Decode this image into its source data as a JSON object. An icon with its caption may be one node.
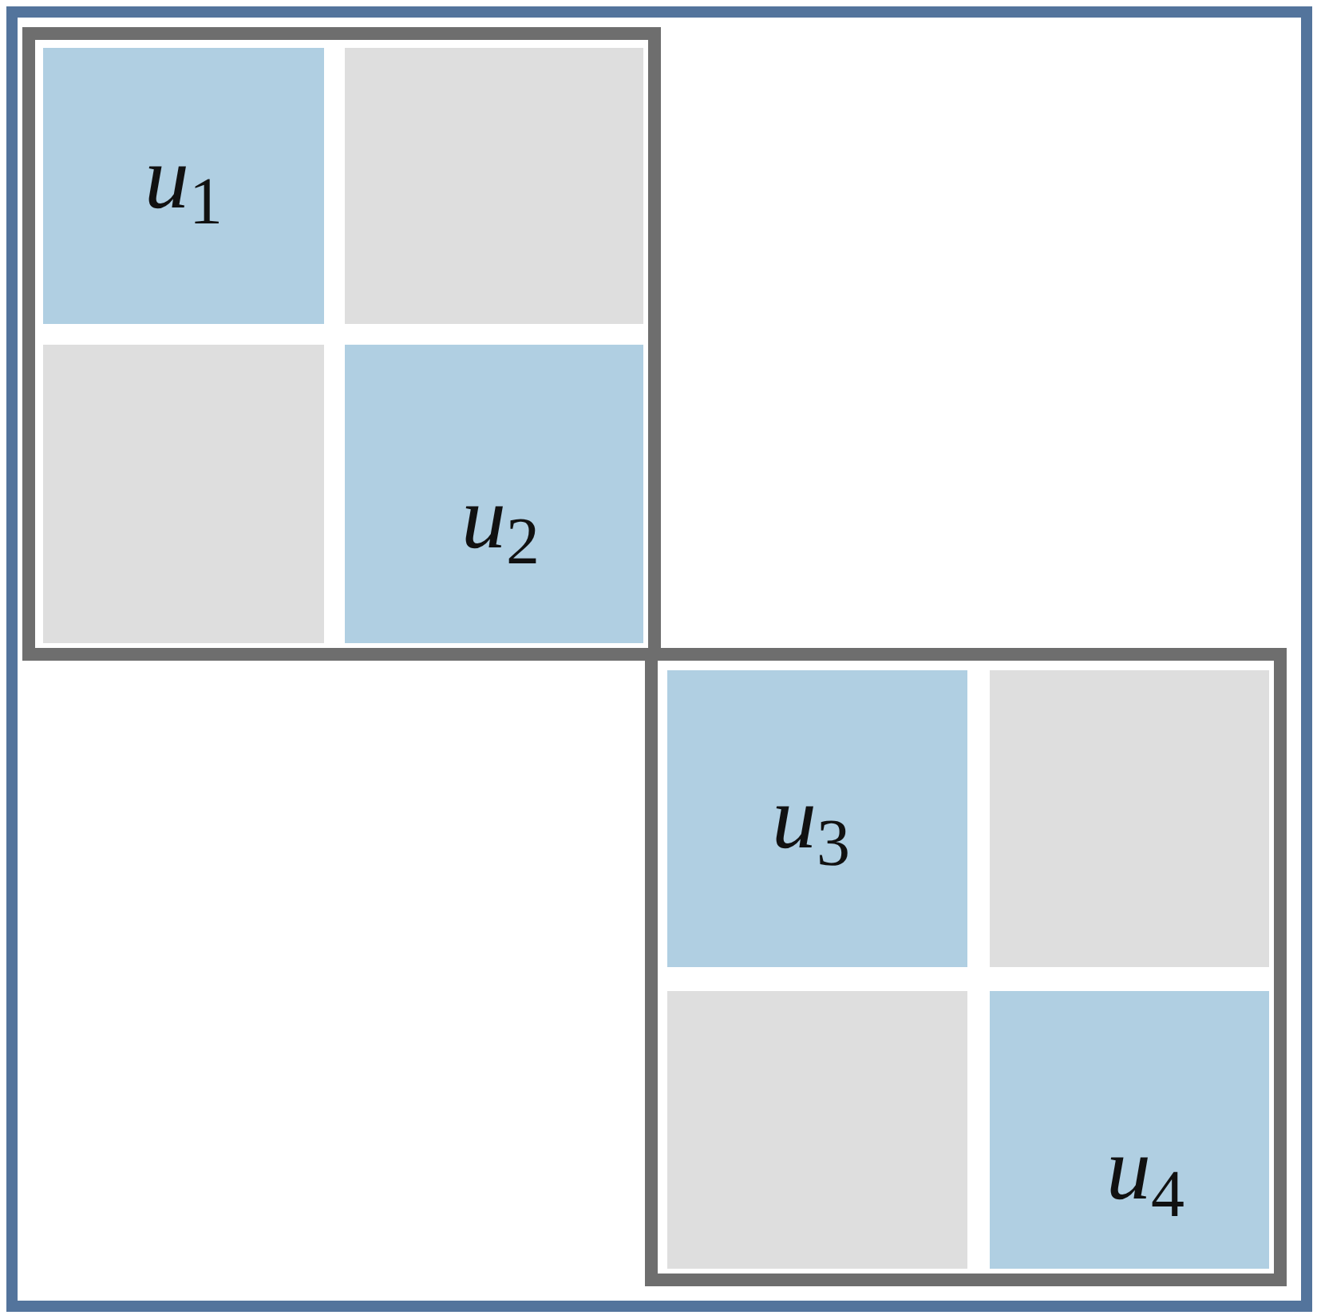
{
  "diagram": {
    "nodes": [
      {
        "text": [],
        "shape": "box"
      },
      {
        "text": [],
        "shape": "box",
        "in": 0
      },
      {
        "text": [
          "*u*$_{1}$"
        ],
        "in": 1
      },
      {
        "text": [],
        "shape": "box",
        "in": 1
      },
      {
        "text": [],
        "shape": "box",
        "in": 1
      },
      {
        "text": [
          "*u*$_{2}$"
        ],
        "in": 1
      },
      {
        "text": [],
        "shape": "box",
        "in": 0
      },
      {
        "text": [
          "*u*$_{3}$"
        ],
        "in": 6
      },
      {
        "text": [],
        "shape": "box",
        "in": 6
      },
      {
        "text": [],
        "shape": "box",
        "in": 6
      },
      {
        "text": [
          "*u*$_{4}$"
        ],
        "in": 6
      }
    ],
    "edges": []
  }
}
